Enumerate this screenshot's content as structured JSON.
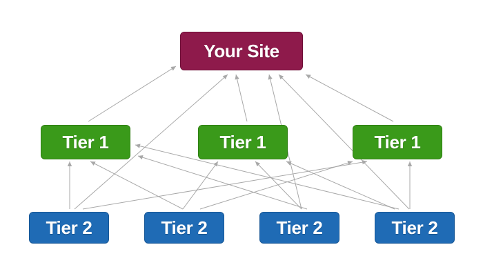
{
  "colors": {
    "site": "#8e1a4b",
    "site_border": "#6f0f38",
    "tier1": "#3a9a1a",
    "tier1_border": "#2f7f12",
    "tier2": "#1f6bb5",
    "tier2_border": "#175796",
    "arrow": "#a8a8a8"
  },
  "nodes": {
    "site": {
      "label": "Your Site"
    },
    "tier1": [
      {
        "label": "Tier 1"
      },
      {
        "label": "Tier 1"
      },
      {
        "label": "Tier 1"
      }
    ],
    "tier2": [
      {
        "label": "Tier 2"
      },
      {
        "label": "Tier 2"
      },
      {
        "label": "Tier 2"
      },
      {
        "label": "Tier 2"
      }
    ]
  },
  "links": [
    {
      "from": "tier1.0",
      "to": "site"
    },
    {
      "from": "tier1.1",
      "to": "site"
    },
    {
      "from": "tier1.2",
      "to": "site"
    },
    {
      "from": "tier2.0",
      "to": "site"
    },
    {
      "from": "tier2.2",
      "to": "site"
    },
    {
      "from": "tier2.3",
      "to": "site"
    },
    {
      "from": "tier2.0",
      "to": "tier1.0"
    },
    {
      "from": "tier2.0",
      "to": "tier1.2"
    },
    {
      "from": "tier2.1",
      "to": "tier1.0"
    },
    {
      "from": "tier2.1",
      "to": "tier1.1"
    },
    {
      "from": "tier2.1",
      "to": "tier1.2"
    },
    {
      "from": "tier2.2",
      "to": "tier1.0"
    },
    {
      "from": "tier2.2",
      "to": "tier1.1"
    },
    {
      "from": "tier2.3",
      "to": "tier1.0"
    },
    {
      "from": "tier2.3",
      "to": "tier1.1"
    },
    {
      "from": "tier2.3",
      "to": "tier1.2"
    }
  ]
}
